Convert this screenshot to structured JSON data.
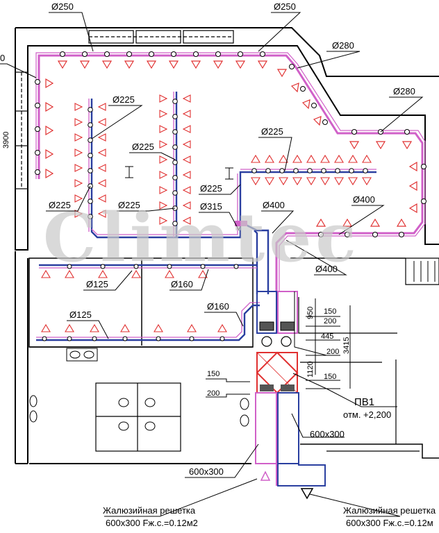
{
  "watermark": "Climtec",
  "duct_labels": {
    "top_left_250": "Ø250",
    "top_right_250": "Ø250",
    "right_280_a": "Ø280",
    "right_280_b": "Ø280",
    "left_edge": "0",
    "branch_225_a": "Ø225",
    "branch_225_b": "Ø225",
    "branch_225_c": "Ø225",
    "branch_225_d": "Ø225",
    "branch_225_e": "Ø225",
    "branch_225_f": "Ø225",
    "main_315": "Ø315",
    "main_400_a": "Ø400",
    "main_400_b": "Ø400",
    "main_400_c": "Ø400",
    "d125_a": "Ø125",
    "d125_b": "Ø125",
    "d160_a": "Ø160",
    "d160_b": "Ø160"
  },
  "dimensions": {
    "d3900": "3900",
    "d950": "950",
    "d150_a": "150",
    "d200_a": "200",
    "d445": "445",
    "d200_b": "200",
    "d3415": "3415",
    "d1120": "1120",
    "d150_b": "150",
    "d150_c": "150",
    "d200_c": "200"
  },
  "unit": {
    "name": "ПВ1",
    "level": "отм. +2,200"
  },
  "duct_sizes": {
    "right": "600x300",
    "left": "600x300"
  },
  "grilles": {
    "left_title": "Жалюзийная решетка",
    "left_spec": "600x300  Fж.с.=0.12м2",
    "right_title": "Жалюзийная решетка",
    "right_spec": "600x300  Fж.с.=0.12м"
  },
  "colors": {
    "supply": "#d060c8",
    "exhaust": "#2a3fa0",
    "diffuser": "#e03030",
    "wall": "#000000"
  }
}
